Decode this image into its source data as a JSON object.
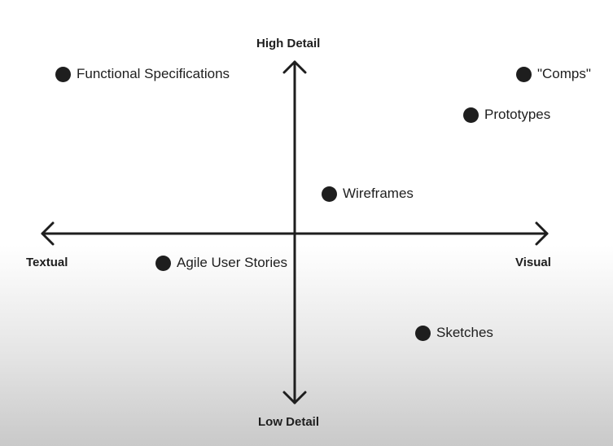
{
  "axes": {
    "top": "High Detail",
    "bottom": "Low Detail",
    "left": "Textual",
    "right": "Visual"
  },
  "points": [
    {
      "label": "Functional Specifications"
    },
    {
      "label": "\"Comps\""
    },
    {
      "label": "Prototypes"
    },
    {
      "label": "Wireframes"
    },
    {
      "label": "Agile User Stories"
    },
    {
      "label": "Sketches"
    }
  ],
  "colors": {
    "ink": "#1e1e1e",
    "background_top": "#ffffff",
    "background_bottom": "#c9c9c9"
  }
}
